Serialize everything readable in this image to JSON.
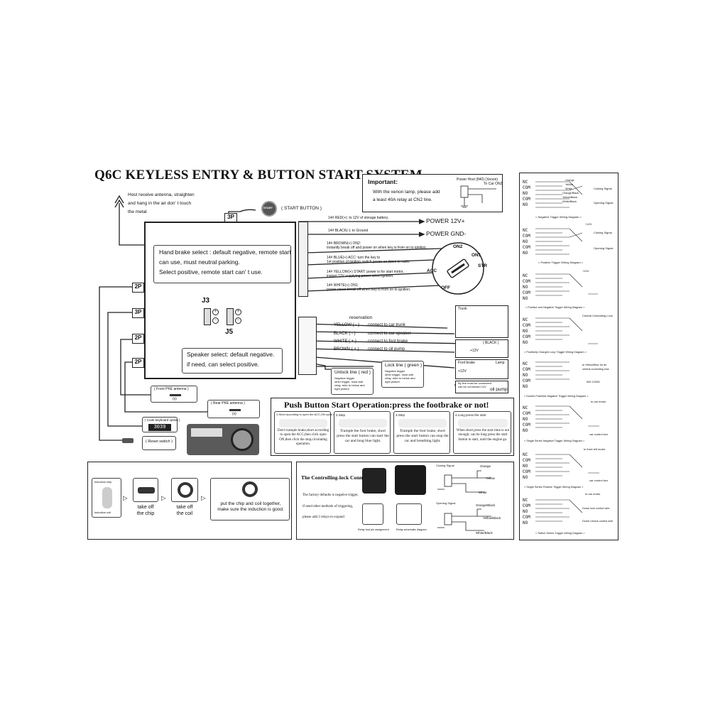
{
  "title": "Q6C  KEYLESS ENTRY & BUTTON START SYSTEM",
  "antenna_note": [
    "Host receive antenna, straighten",
    "and hang in the air don' t touch",
    "the metal"
  ],
  "important": {
    "heading": "Important:",
    "lines": [
      "With the xenon lamp, please add",
      "a least 40A relay at CN2 line."
    ],
    "diagram_labels": [
      "Power Host (840) (Xenon)",
      "To Car ON2"
    ]
  },
  "start_button": {
    "label": "START",
    "caption": "( START BUTTON )",
    "connector": "3P"
  },
  "main_box": {
    "hand_brake_note": [
      "Hand brake select : default negative,  remote start",
      "can use, must neutral parking.",
      "Select positive, remote start can' t use."
    ],
    "speaker_note": [
      "Speaker select: default negative.",
      "if need, can select positive."
    ],
    "j3": "J3",
    "j5": "J5",
    "left_connectors": [
      "2P",
      "3P",
      "2P",
      "2P"
    ]
  },
  "wires_top": [
    {
      "label": "14# RED(+): to 12V of storage battery.",
      "target": "POWER 12V+"
    },
    {
      "label": "14# BLACK(-): to Ground",
      "target": "POWER GND-"
    },
    {
      "label": "14# BROWN(+)   ON2:",
      "desc": "Instantly break off and power on when key is from on to ignition."
    },
    {
      "label": "14# BLUE(+)   ACC:  turn the key to",
      "desc": "1st position of ignition switch power on,listen to radio."
    },
    {
      "label": "14# YELLOW(+)   START:  power is for start motor,",
      "desc": "instant 12V supplying power when ignition."
    },
    {
      "label": "14# WHITE(+)   ON1:",
      "desc": "power never break off when key is from on to ignition."
    }
  ],
  "ignition": {
    "on2": "ON2",
    "on1": "ON1",
    "acc": "ACC",
    "str": "STR",
    "off": "OFF"
  },
  "reservation": "reservation",
  "wires_mid": [
    {
      "color": "YELLOW ( - )",
      "target": "connect to car trunk"
    },
    {
      "color": "BLACK ( - )",
      "target": "connect to car speaker"
    },
    {
      "color": "WHITE ( + )",
      "target": "connect to foot brake"
    },
    {
      "color": "BROWN ( + )",
      "target": "connect to oil pump"
    }
  ],
  "unlock_line": {
    "title": "Unlock line ( red )",
    "desc": [
      "Negative trigger",
      "other trigger, must add",
      "relay, refer to below and",
      "right picture"
    ]
  },
  "lock_line": {
    "title": "Lock line ( green )",
    "desc": [
      "Negative trigger",
      "other trigger, must add",
      "relay, refer to below and",
      "right picture"
    ]
  },
  "right_small": {
    "trunk_label": "Trunk",
    "black_label": "( BLACK )",
    "v12_a": "+12V",
    "foot_brake": "Foot brake",
    "v12_b": "+12V",
    "lamp": "Lamp",
    "oil_note": [
      "By line must be connected",
      "can be connected 12V"
    ],
    "oil_pump": "oil pump"
  },
  "antennas": [
    {
      "label": "( Front PKE antenna )",
      "sub": "(x)"
    },
    {
      "label": "( Rear PKE antenna )",
      "sub": "(x)"
    }
  ],
  "code_keyboard": {
    "label": "( Code keyboard option )",
    "display": "3039"
  },
  "reset_switch": "( Reset switch )",
  "push_button": {
    "title": "Push Button Start Operation:press the footbrake or not!",
    "steps": [
      {
        "head": "1.Short according to open the ACC,ON cycle operating mode",
        "body": "Don't trample brake,short according to open the ACC,then click open ON,then click the stop,circulating operation."
      },
      {
        "head": "2.Step",
        "body": "Trample the foot brake, short press the start button can start the car and long blue light."
      },
      {
        "head": "3.Step",
        "body": "Trample the foot brake, short press the start button can stop the car and breathing light."
      },
      {
        "head": "4.Long press the start",
        "body": "When short press the start time is not enough, can be long press the start button to start, until the engine go."
      }
    ]
  },
  "bottom_left": {
    "steps": [
      "take off\nthe chip",
      "take off\nthe coil",
      "put the chip and coil together,\nmake sure the induction is good."
    ],
    "labels": [
      "induction chip",
      "induction coil"
    ]
  },
  "controlling_lock": {
    "title": "The Controlling-lock Connection",
    "lines": [
      "The factory defaults is negative trigger,",
      "if need other methods of triggering,",
      "please add 2 relays to expand"
    ],
    "captions": [
      "Relay foot pin assignment",
      "Relay schematic diagram"
    ],
    "diagram_labels": [
      "Closing Signal",
      "Orange",
      "Yellow",
      "White",
      "Opening Signal",
      "Orange/Black",
      "Yellow/Black",
      "White/Black"
    ]
  },
  "right_panel": {
    "terminals": [
      "NC",
      "COM",
      "NO",
      "COM",
      "NO"
    ],
    "sections": [
      {
        "title": "< Negative Trigger Wiring Diagram >",
        "signals": [
          "Orange",
          "White",
          "Orange/Black",
          "Yellow",
          "White/Black",
          "Yellow/Black"
        ],
        "notes": [
          "Colsing Signal",
          "Opening Signal"
        ]
      },
      {
        "title": "< Positive Trigger Wiring Diagram >",
        "notes": [
          "+12V",
          "Colsing Signal",
          "Opening Signal"
        ]
      },
      {
        "title": "< Positive and Negative Trigger Wiring Diagram >",
        "notes": [
          "+12V"
        ]
      },
      {
        "title": "< Positively Charged Loop Trigger Wiring Diagram >",
        "notes": [
          "Central Controlling Lock"
        ]
      },
      {
        "title": "< Double Potential Negative Trigger Wiring Diagram >",
        "notes": [
          "to Yellow/Blue for air",
          "central controlling lock",
          "500-1200Ω"
        ]
      },
      {
        "title": "< Single Series Negative Trigger Wiring Diagram >",
        "notes": [
          "to car motor",
          "car control box"
        ]
      },
      {
        "title": "< Single Series Positive Trigger Wiring Diagram >",
        "notes": [
          "to front left motor",
          "car control box"
        ]
      },
      {
        "title": "< Switch Series Trigger Wiring Diagram >",
        "notes": [
          "to car motor",
          "Dome lock control wire",
          "Dome Unlock control wire"
        ]
      }
    ]
  }
}
